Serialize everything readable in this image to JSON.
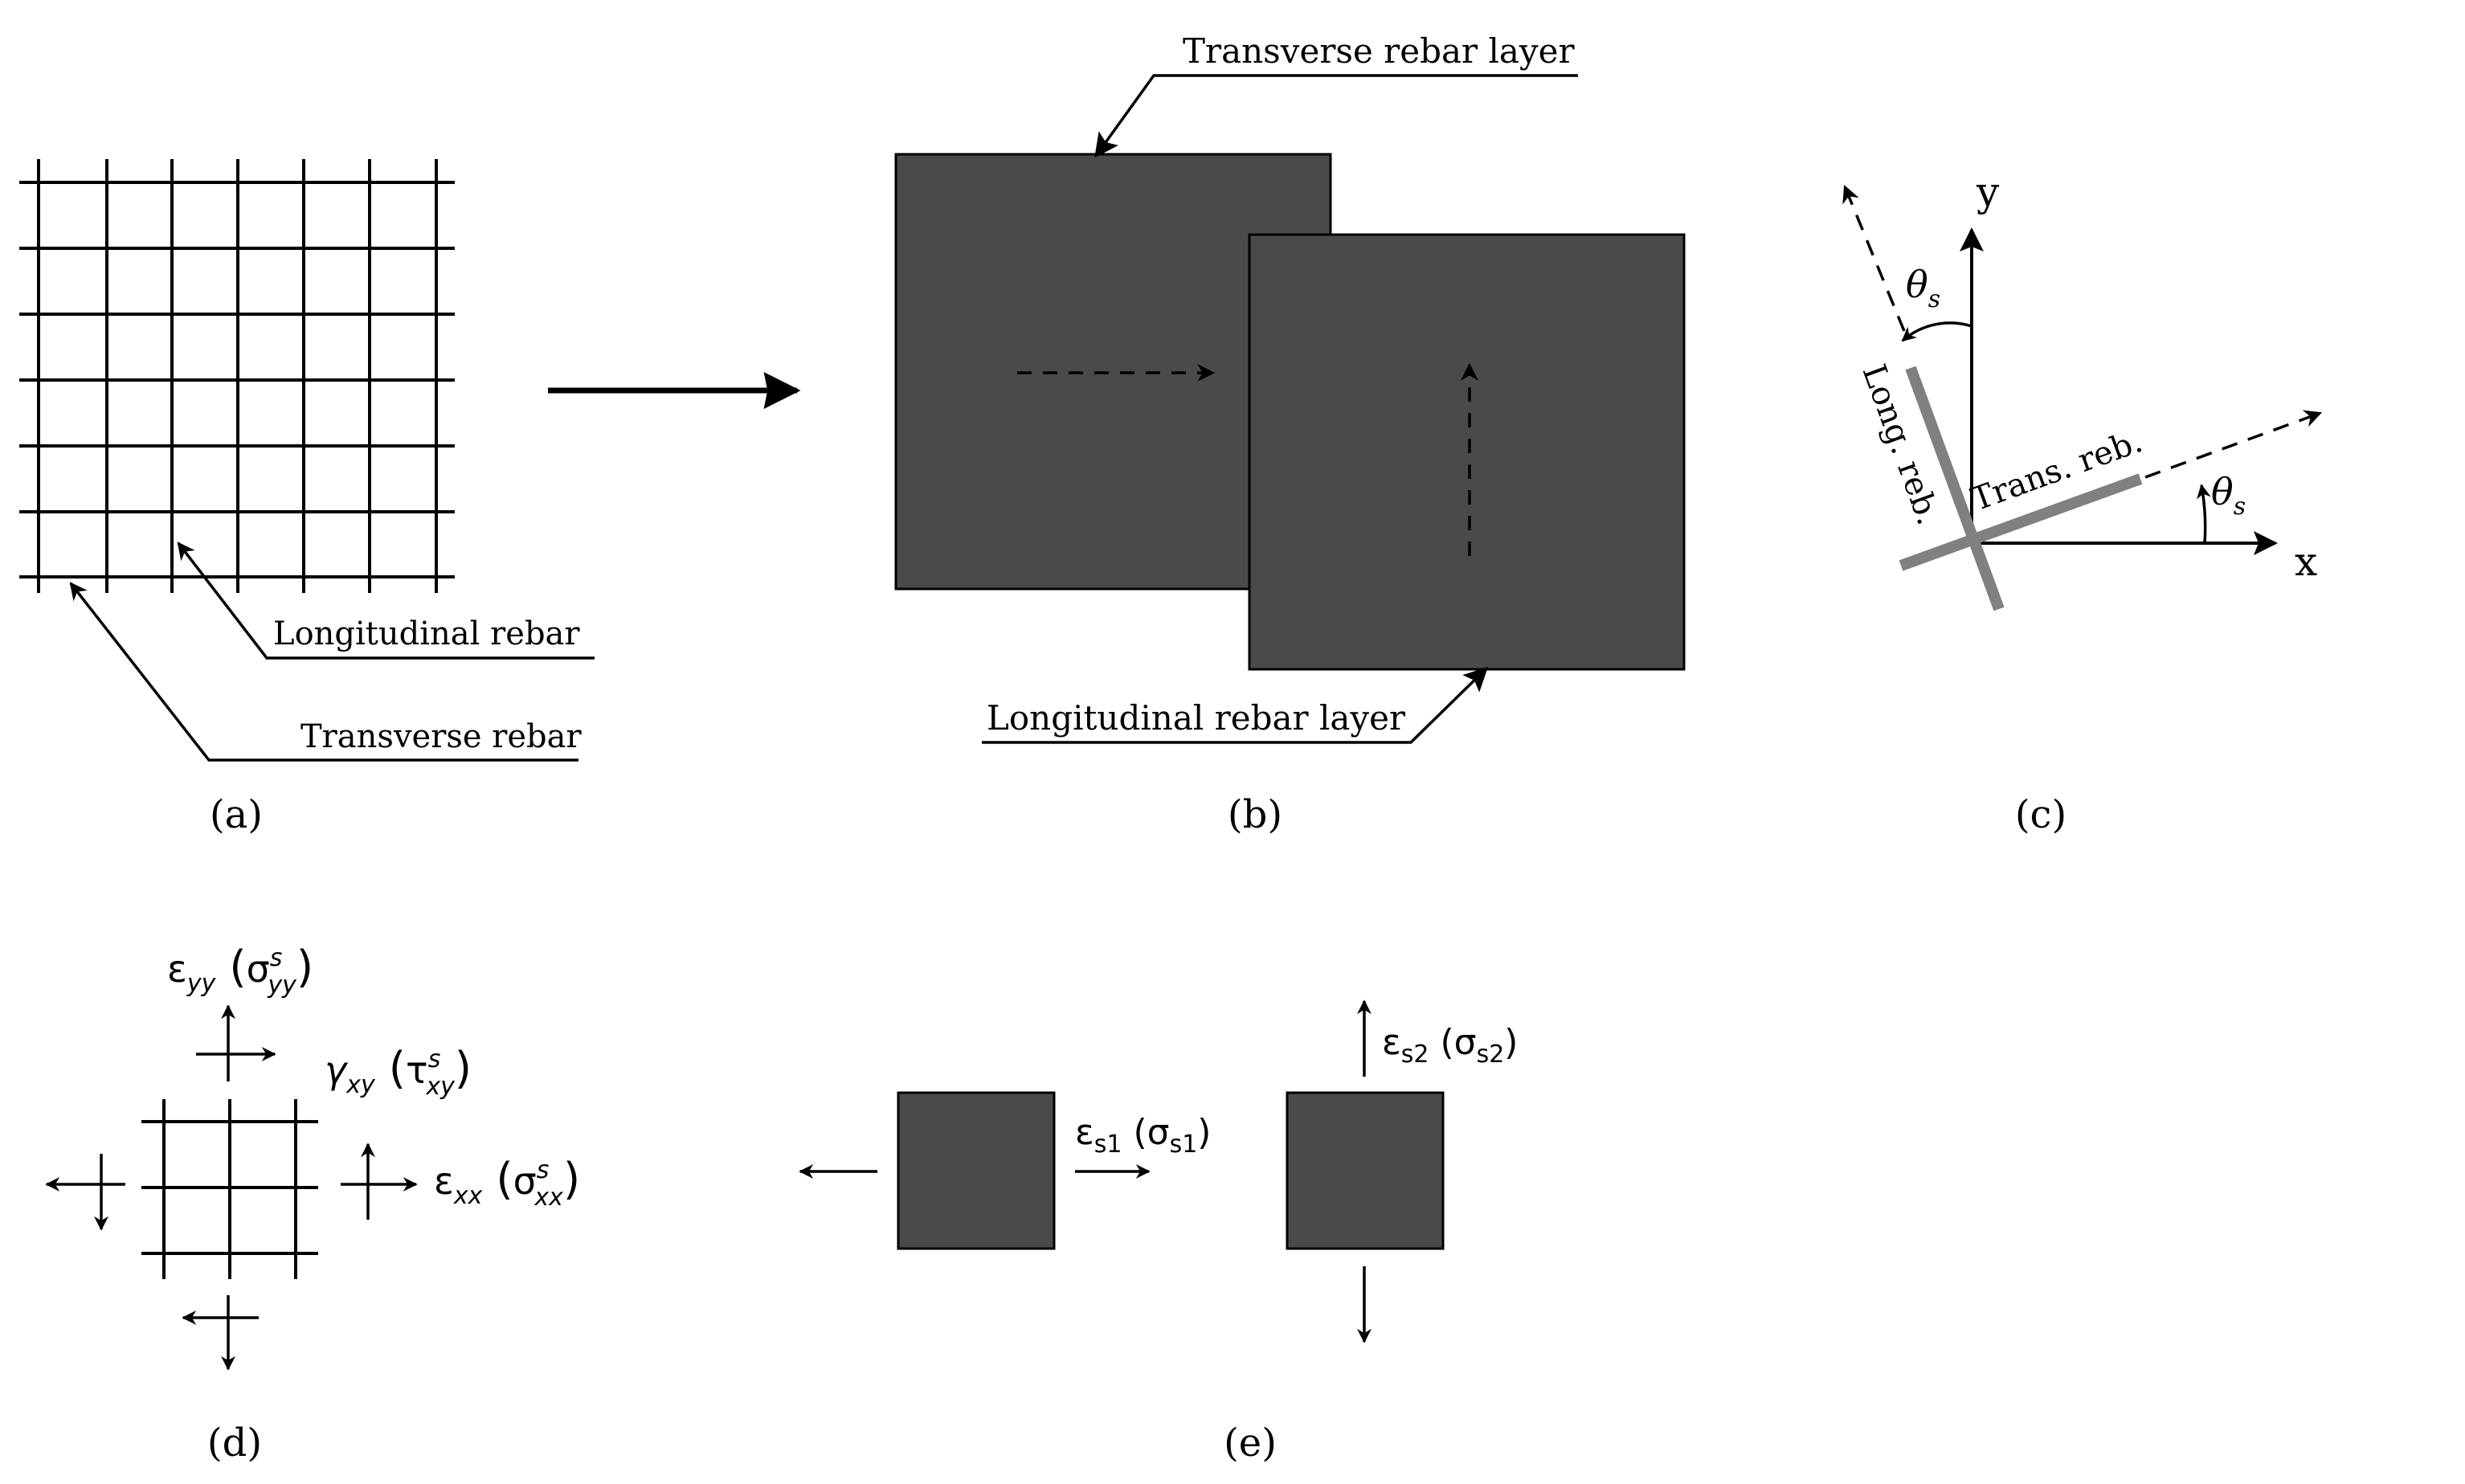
{
  "colors": {
    "ink": "#000000",
    "layer_fill": "#4a4a4a",
    "rebar_gray": "#808080",
    "background": "#ffffff"
  },
  "panel_a": {
    "caption": "(a)",
    "label_longitudinal": "Longitudinal rebar",
    "label_transverse": "Transverse rebar"
  },
  "panel_b": {
    "caption": "(b)",
    "label_transverse_layer": "Transverse rebar layer",
    "label_longitudinal_layer": "Longitudinal rebar layer"
  },
  "panel_c": {
    "caption": "(c)",
    "axis_x": "x",
    "axis_y": "y",
    "label_long": "Long. reb.",
    "label_trans": "Trans. reb.",
    "angle_symbol": "θ",
    "angle_subscript": "s"
  },
  "panel_d": {
    "caption": "(d)",
    "eps_yy": {
      "main": "ε",
      "sub": "yy",
      "stress": "σ",
      "stress_sup": "s",
      "stress_sub": "yy"
    },
    "gamma_xy": {
      "main": "γ",
      "sub": "xy",
      "stress": "τ",
      "stress_sup": "s",
      "stress_sub": "xy"
    },
    "eps_xx": {
      "main": "ε",
      "sub": "xx",
      "stress": "σ",
      "stress_sup": "s",
      "stress_sub": "xx"
    }
  },
  "panel_e": {
    "caption": "(e)",
    "eps_s1": {
      "main": "ε",
      "sub": "s1",
      "stress": "σ",
      "stress_sub": "s1"
    },
    "eps_s2": {
      "main": "ε",
      "sub": "s2",
      "stress": "σ",
      "stress_sub": "s2"
    }
  }
}
